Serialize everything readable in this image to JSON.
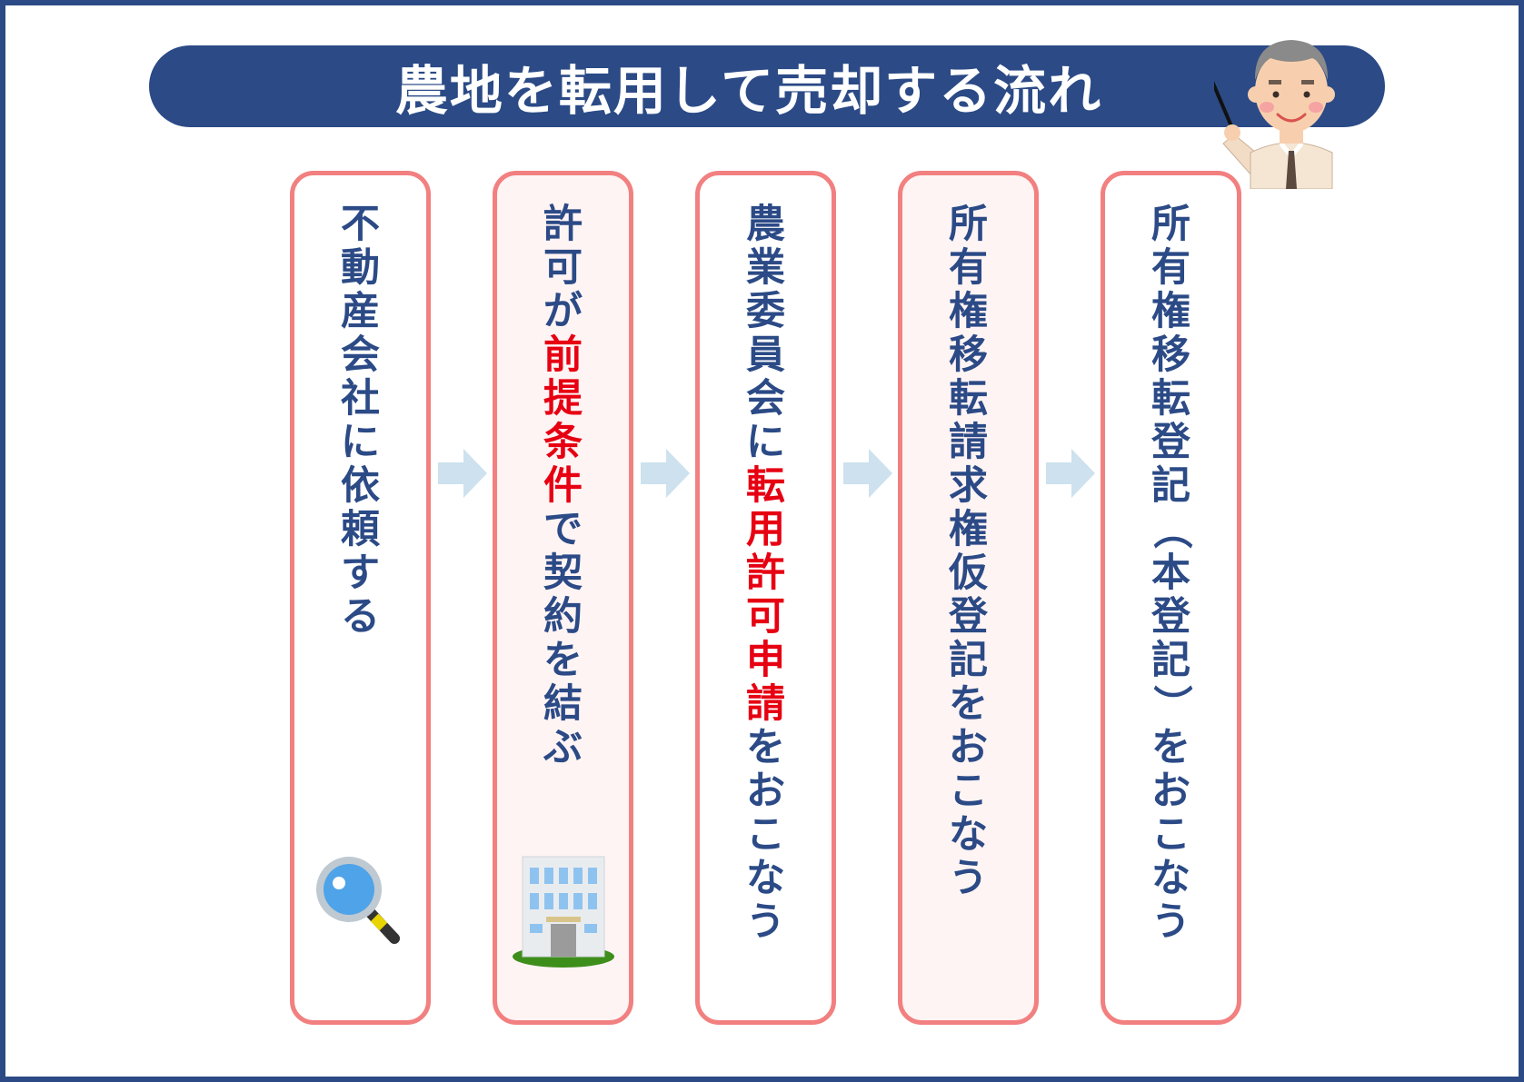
{
  "title": "農地を転用して売却する流れ",
  "colors": {
    "navy": "#2b4a86",
    "border_pink": "#f28080",
    "highlight_red": "#e60012",
    "arrow": "#cde1ee"
  },
  "steps": [
    {
      "segments": [
        {
          "text": "不動産会社に依頼する",
          "highlight": false
        }
      ],
      "icon": "magnifier-icon"
    },
    {
      "segments": [
        {
          "text": "許可が",
          "highlight": false
        },
        {
          "text": "前提条件",
          "highlight": true
        },
        {
          "text": "で契約を結ぶ",
          "highlight": false
        }
      ],
      "icon": "office-building-icon"
    },
    {
      "segments": [
        {
          "text": "農業委員会に",
          "highlight": false
        },
        {
          "text": "転用許可申請",
          "highlight": true
        },
        {
          "text": "をおこなう",
          "highlight": false
        }
      ]
    },
    {
      "segments": [
        {
          "text": "所有権移転請求権仮登記をおこなう",
          "highlight": false
        }
      ]
    },
    {
      "segments": [
        {
          "text": "所有権移転登記（本登記）をおこなう",
          "highlight": false
        }
      ]
    }
  ]
}
